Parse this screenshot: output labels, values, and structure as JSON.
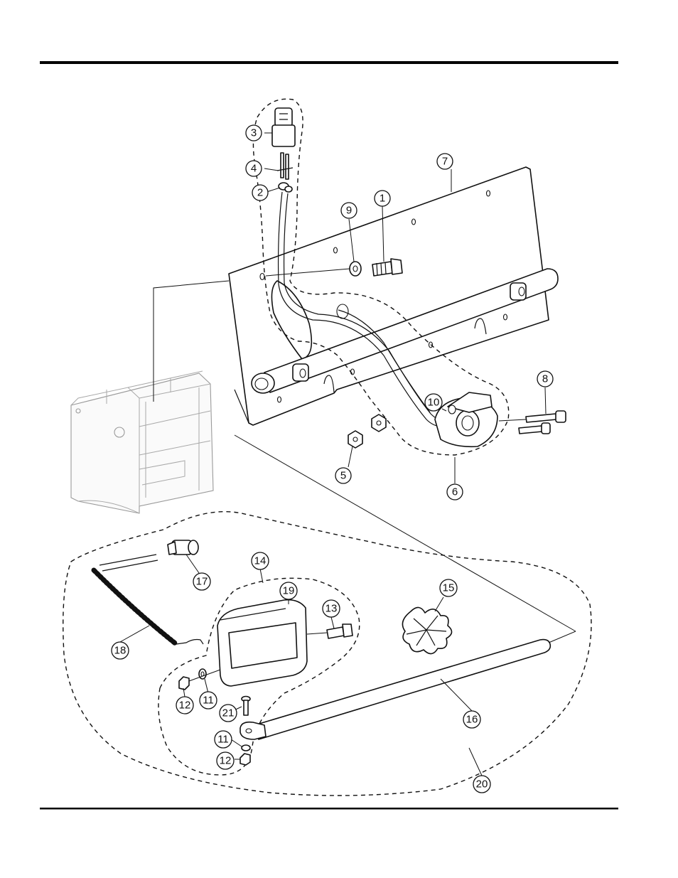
{
  "callouts": [
    {
      "label": "1"
    },
    {
      "label": "2"
    },
    {
      "label": "3"
    },
    {
      "label": "4"
    },
    {
      "label": "5"
    },
    {
      "label": "6"
    },
    {
      "label": "7"
    },
    {
      "label": "8"
    },
    {
      "label": "9"
    },
    {
      "label": "10"
    },
    {
      "label": "11"
    },
    {
      "label": "11"
    },
    {
      "label": "12"
    },
    {
      "label": "12"
    },
    {
      "label": "13"
    },
    {
      "label": "14"
    },
    {
      "label": "15"
    },
    {
      "label": "16"
    },
    {
      "label": "17"
    },
    {
      "label": "18"
    },
    {
      "label": "19"
    },
    {
      "label": "20"
    },
    {
      "label": "21"
    }
  ]
}
